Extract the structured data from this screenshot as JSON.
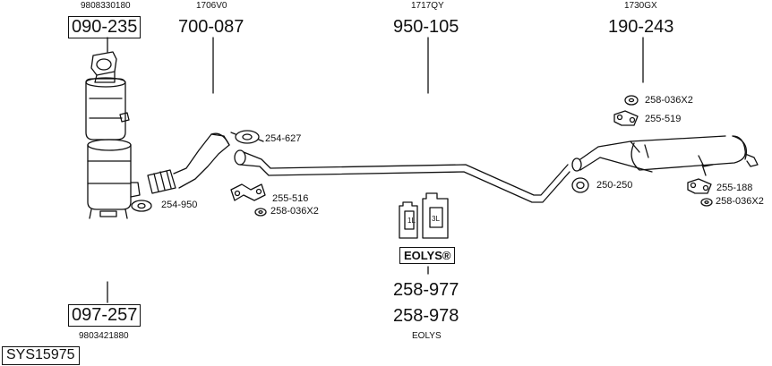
{
  "diagram": {
    "system_code": "SYS15975",
    "parts": [
      {
        "id": "p1",
        "oem": "9808330180",
        "part_no": "090-235"
      },
      {
        "id": "p2",
        "oem": "1706V0",
        "part_no": "700-087"
      },
      {
        "id": "p3",
        "oem": "1717QY",
        "part_no": "950-105"
      },
      {
        "id": "p4",
        "oem": "1730GX",
        "part_no": "190-243"
      },
      {
        "id": "p5",
        "oem": "9803421880",
        "part_no": "097-257"
      }
    ],
    "accessories": {
      "a1": "254-627",
      "a2": "254-950",
      "a3": "255-516",
      "a4": "258-036X2",
      "a5": "258-036X2",
      "a6": "255-519",
      "a7": "250-250",
      "a8": "255-188",
      "a9": "258-036X2"
    },
    "fluid": {
      "brand": "EOLYS®",
      "part_a": "258-977",
      "part_b": "258-978",
      "name": "EOLYS",
      "can_small": "1L",
      "can_large": "3L"
    }
  }
}
